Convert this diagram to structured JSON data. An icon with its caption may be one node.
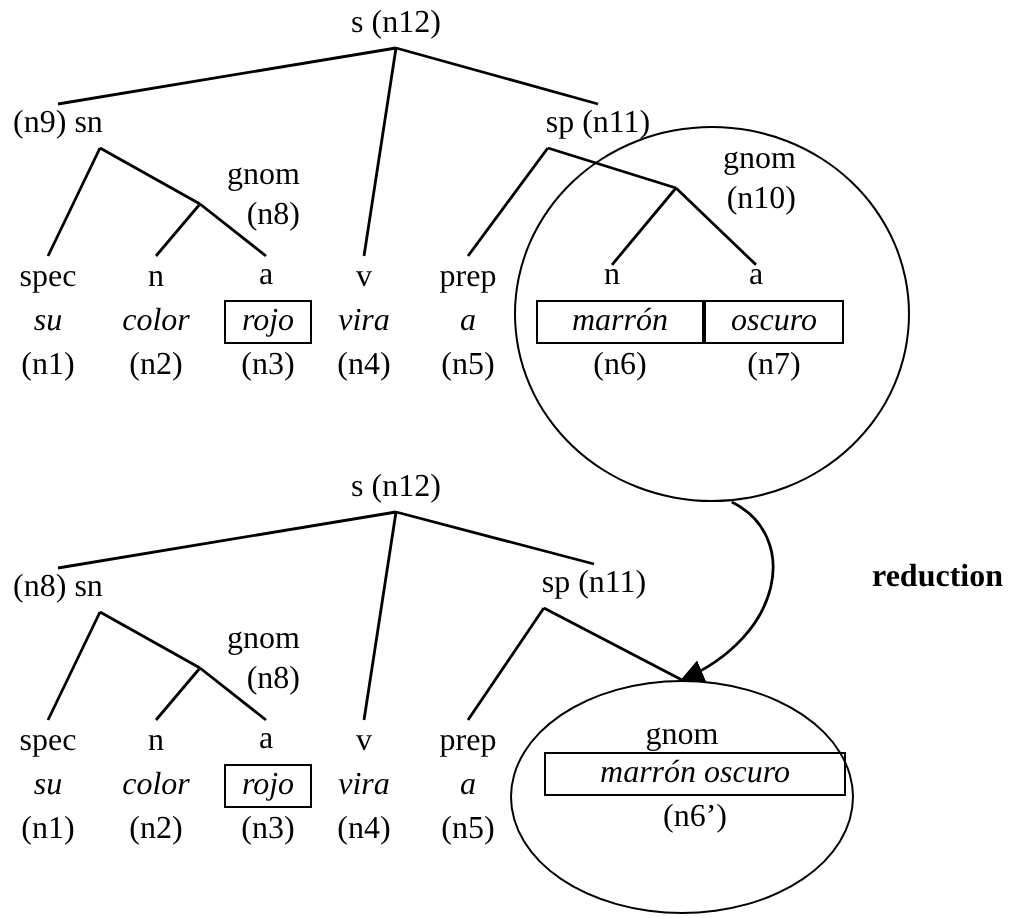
{
  "diagram": {
    "nodes": [
      {
        "text": [
          "s (n12)"
        ]
      },
      {
        "text": [
          "(n9) sn"
        ]
      },
      {
        "text": [
          "gnom (n8)"
        ]
      },
      {
        "text": [
          "sp (n11)"
        ]
      },
      {
        "text": [],
        "shape": "circle"
      },
      {
        "text": [
          "gnom (n10)"
        ],
        "in": 4
      },
      {
        "text": [
          "spec",
          "su",
          "(n1)"
        ]
      },
      {
        "text": [
          "n",
          "color",
          "(n2)"
        ]
      },
      {
        "text": [
          "a"
        ]
      },
      {
        "text": [
          "rojo"
        ],
        "beside": [
          "(n3)"
        ]
      },
      {
        "text": [
          "v",
          "vira",
          "(n4)"
        ]
      },
      {
        "text": [
          "prep",
          "a",
          "(n5)"
        ]
      },
      {
        "text": [
          "n"
        ],
        "in": 4
      },
      {
        "text": [
          "marrón"
        ],
        "beside": [
          "(n6)"
        ],
        "in": 4
      },
      {
        "text": [
          "a"
        ],
        "in": 4
      },
      {
        "text": [
          "oscuro"
        ],
        "beside": [
          "(n7)"
        ],
        "in": 4
      },
      {
        "text": [
          "s (n12)"
        ]
      },
      {
        "text": [
          "(n8) sn"
        ]
      },
      {
        "text": [
          "gnom (n8)"
        ]
      },
      {
        "text": [
          "sp (n11)"
        ]
      },
      {
        "text": [
          "spec",
          "su",
          "(n1)"
        ]
      },
      {
        "text": [
          "n",
          "color",
          "(n2)"
        ]
      },
      {
        "text": [
          "a"
        ]
      },
      {
        "text": [
          "rojo"
        ],
        "beside": [
          "(n3)"
        ]
      },
      {
        "text": [
          "v",
          "vira",
          "(n4)"
        ]
      },
      {
        "text": [
          "prep",
          "a",
          "(n5)"
        ]
      },
      {
        "text": [
          "gnom"
        ]
      },
      {
        "text": [
          "marrón oscuro"
        ],
        "beside": [
          "(n6’)"
        ],
        "in": 26
      }
    ],
    "edges": [
      {
        "from": 0,
        "to": 1,
        "arrow": "none"
      },
      {
        "from": 0,
        "to": 10,
        "arrow": "none"
      },
      {
        "from": 0,
        "to": 3,
        "arrow": "none"
      },
      {
        "from": 1,
        "to": 6,
        "arrow": "none"
      },
      {
        "from": 1,
        "to": 2,
        "arrow": "none"
      },
      {
        "from": 2,
        "to": 7,
        "arrow": "none"
      },
      {
        "from": 2,
        "to": 8,
        "arrow": "none"
      },
      {
        "from": 3,
        "to": 11,
        "arrow": "none"
      },
      {
        "from": 3,
        "to": 5,
        "arrow": "none"
      },
      {
        "from": 5,
        "to": 12,
        "arrow": "none"
      },
      {
        "from": 5,
        "to": 14,
        "arrow": "none"
      },
      {
        "from": 16,
        "to": 17,
        "arrow": "none"
      },
      {
        "from": 16,
        "to": 24,
        "arrow": "none"
      },
      {
        "from": 16,
        "to": 19,
        "arrow": "none"
      },
      {
        "from": 17,
        "to": 20,
        "arrow": "none"
      },
      {
        "from": 17,
        "to": 18,
        "arrow": "none"
      },
      {
        "from": 18,
        "to": 21,
        "arrow": "none"
      },
      {
        "from": 18,
        "to": 22,
        "arrow": "none"
      },
      {
        "from": 19,
        "to": 25,
        "arrow": "none"
      },
      {
        "from": 19,
        "to": 26,
        "arrow": "none"
      },
      {
        "from": 4,
        "to": 26,
        "arrow": "to",
        "label": "reduction"
      }
    ]
  }
}
